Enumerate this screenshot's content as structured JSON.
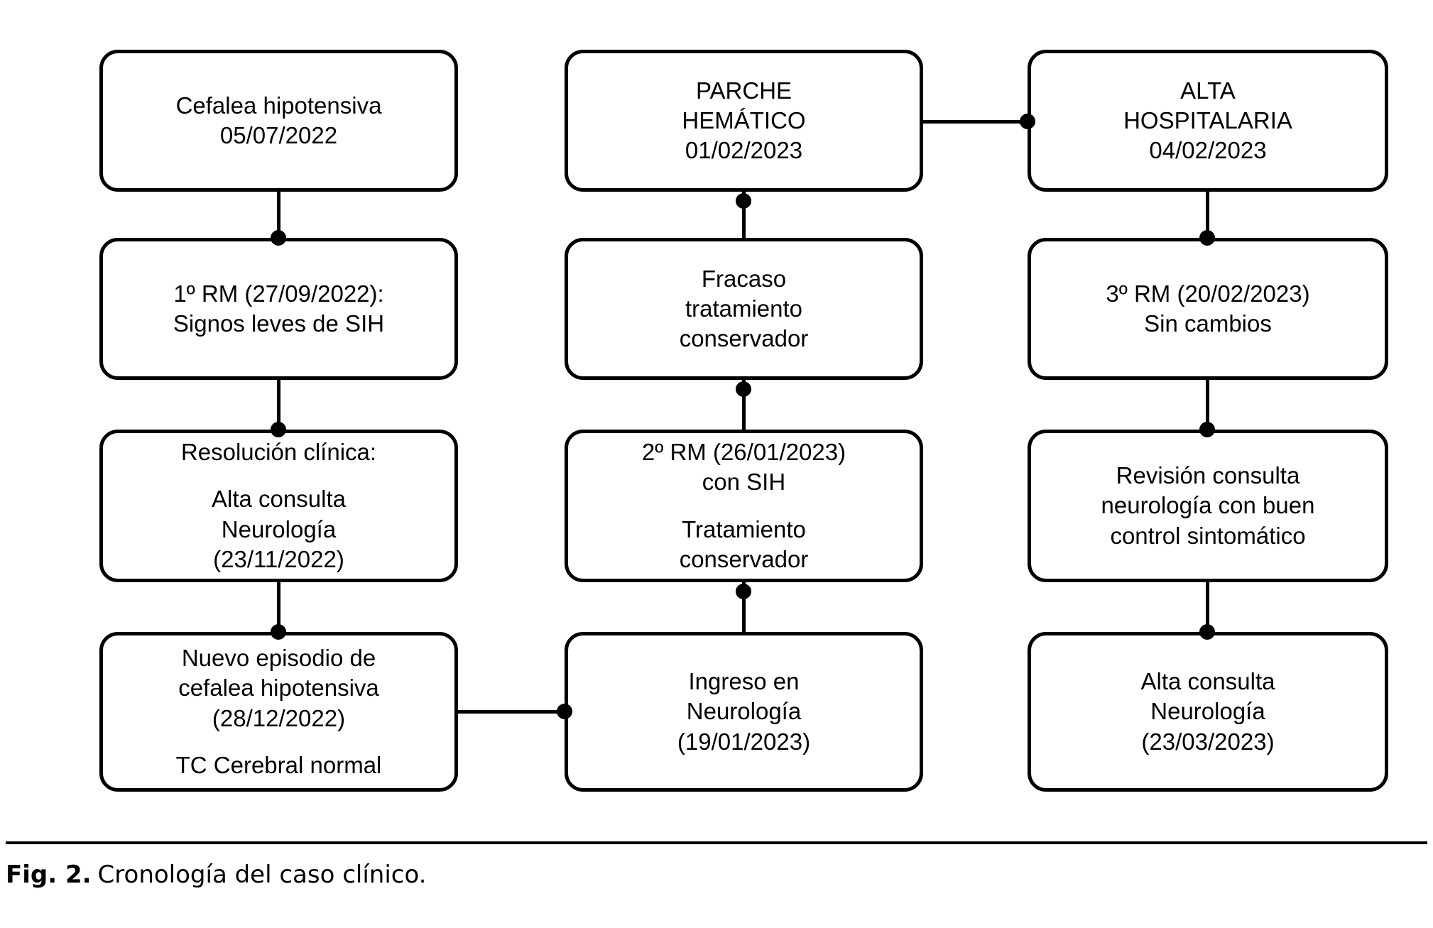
{
  "figure": {
    "caption_label": "Fig. 2.",
    "caption_text": "Cronología del caso clínico.",
    "line_color": "#000000",
    "background_color": "#ffffff"
  },
  "nodes": {
    "c1r1": {
      "lines": [
        "Cefalea hipotensiva",
        "05/07/2022"
      ]
    },
    "c1r2": {
      "lines": [
        "1º RM (27/09/2022):",
        "Signos leves de SIH"
      ]
    },
    "c1r3": {
      "group_a": [
        "Resolución clínica:"
      ],
      "group_b": [
        "Alta consulta",
        "Neurología",
        "(23/11/2022)"
      ]
    },
    "c1r4": {
      "group_a": [
        "Nuevo episodio de",
        "cefalea hipotensiva",
        "(28/12/2022)"
      ],
      "group_b": [
        "TC Cerebral normal"
      ]
    },
    "c2r1": {
      "lines": [
        "PARCHE",
        "HEMÁTICO",
        "01/02/2023"
      ]
    },
    "c2r2": {
      "lines": [
        "Fracaso",
        "tratamiento",
        "conservador"
      ]
    },
    "c2r3": {
      "group_a": [
        "2º RM (26/01/2023)",
        "con SIH"
      ],
      "group_b": [
        "Tratamiento",
        "conservador"
      ]
    },
    "c2r4": {
      "lines": [
        "Ingreso en",
        "Neurología",
        "(19/01/2023)"
      ]
    },
    "c3r1": {
      "lines": [
        "ALTA",
        "HOSPITALARIA",
        "04/02/2023"
      ]
    },
    "c3r2": {
      "lines": [
        "3º RM (20/02/2023)",
        "Sin cambios"
      ]
    },
    "c3r3": {
      "lines": [
        "Revisión consulta",
        "neurología con buen",
        "control sintomático"
      ]
    },
    "c3r4": {
      "lines": [
        "Alta consulta",
        "Neurología",
        "(23/03/2023)"
      ]
    }
  },
  "flow_order": [
    "c1r1",
    "c1r2",
    "c1r3",
    "c1r4",
    "c2r4",
    "c2r3",
    "c2r2",
    "c2r1",
    "c3r1",
    "c3r2",
    "c3r3",
    "c3r4"
  ]
}
